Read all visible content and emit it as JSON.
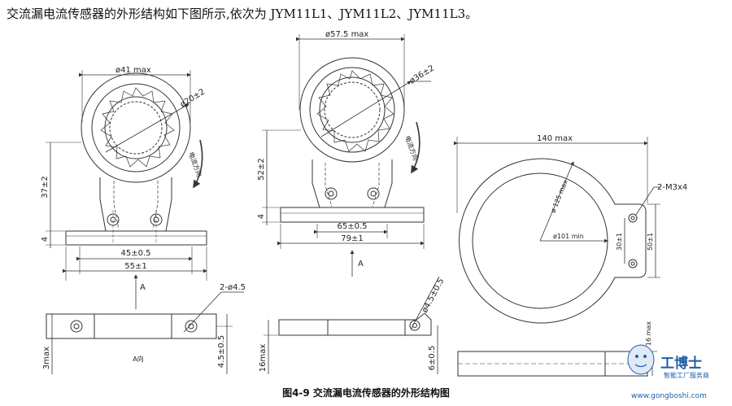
{
  "intro_text": "交流漏电流传感器的外形结构如下图所示,依次为 JYM11L1、JYM11L2、JYM11L3。",
  "caption": "图4-9    交流漏电流传感器的外形结构图",
  "sensor1": {
    "d_outer": "ø41 max",
    "d_inner": "ø20±2",
    "height": "37±2",
    "base": "4",
    "w_inner": "45±0.5",
    "w_outer": "55±1",
    "view_arrow": "A",
    "holes": "2-ø4.5",
    "bottom_thk": "3max",
    "view_label": "A向",
    "hole_h": "4.5±0.5",
    "dir_label": "电流方向"
  },
  "sensor2": {
    "d_outer": "ø57.5 max",
    "d_inner": "ø36±2",
    "height": "52±2",
    "base": "4",
    "w_inner": "65±0.5",
    "w_outer": "79±1",
    "view_arrow": "A",
    "holes": "ø4.5±0.5",
    "bottom_thk": "16max",
    "hole_h": "6±0.5",
    "dir_label": "电流方向"
  },
  "sensor3": {
    "width": "140 max",
    "holes": "2-M3x4",
    "radius": "ø 125 max",
    "d_inner": "ø101 min",
    "gap": "30±1",
    "tab_h": "50±1",
    "thickness": "16 max"
  },
  "watermark": {
    "name": "工博士",
    "tagline": "智能工厂服务商",
    "url": "www.gongboshi.com"
  },
  "colors": {
    "line": "#333333",
    "watermark": "#1d5fa8"
  }
}
